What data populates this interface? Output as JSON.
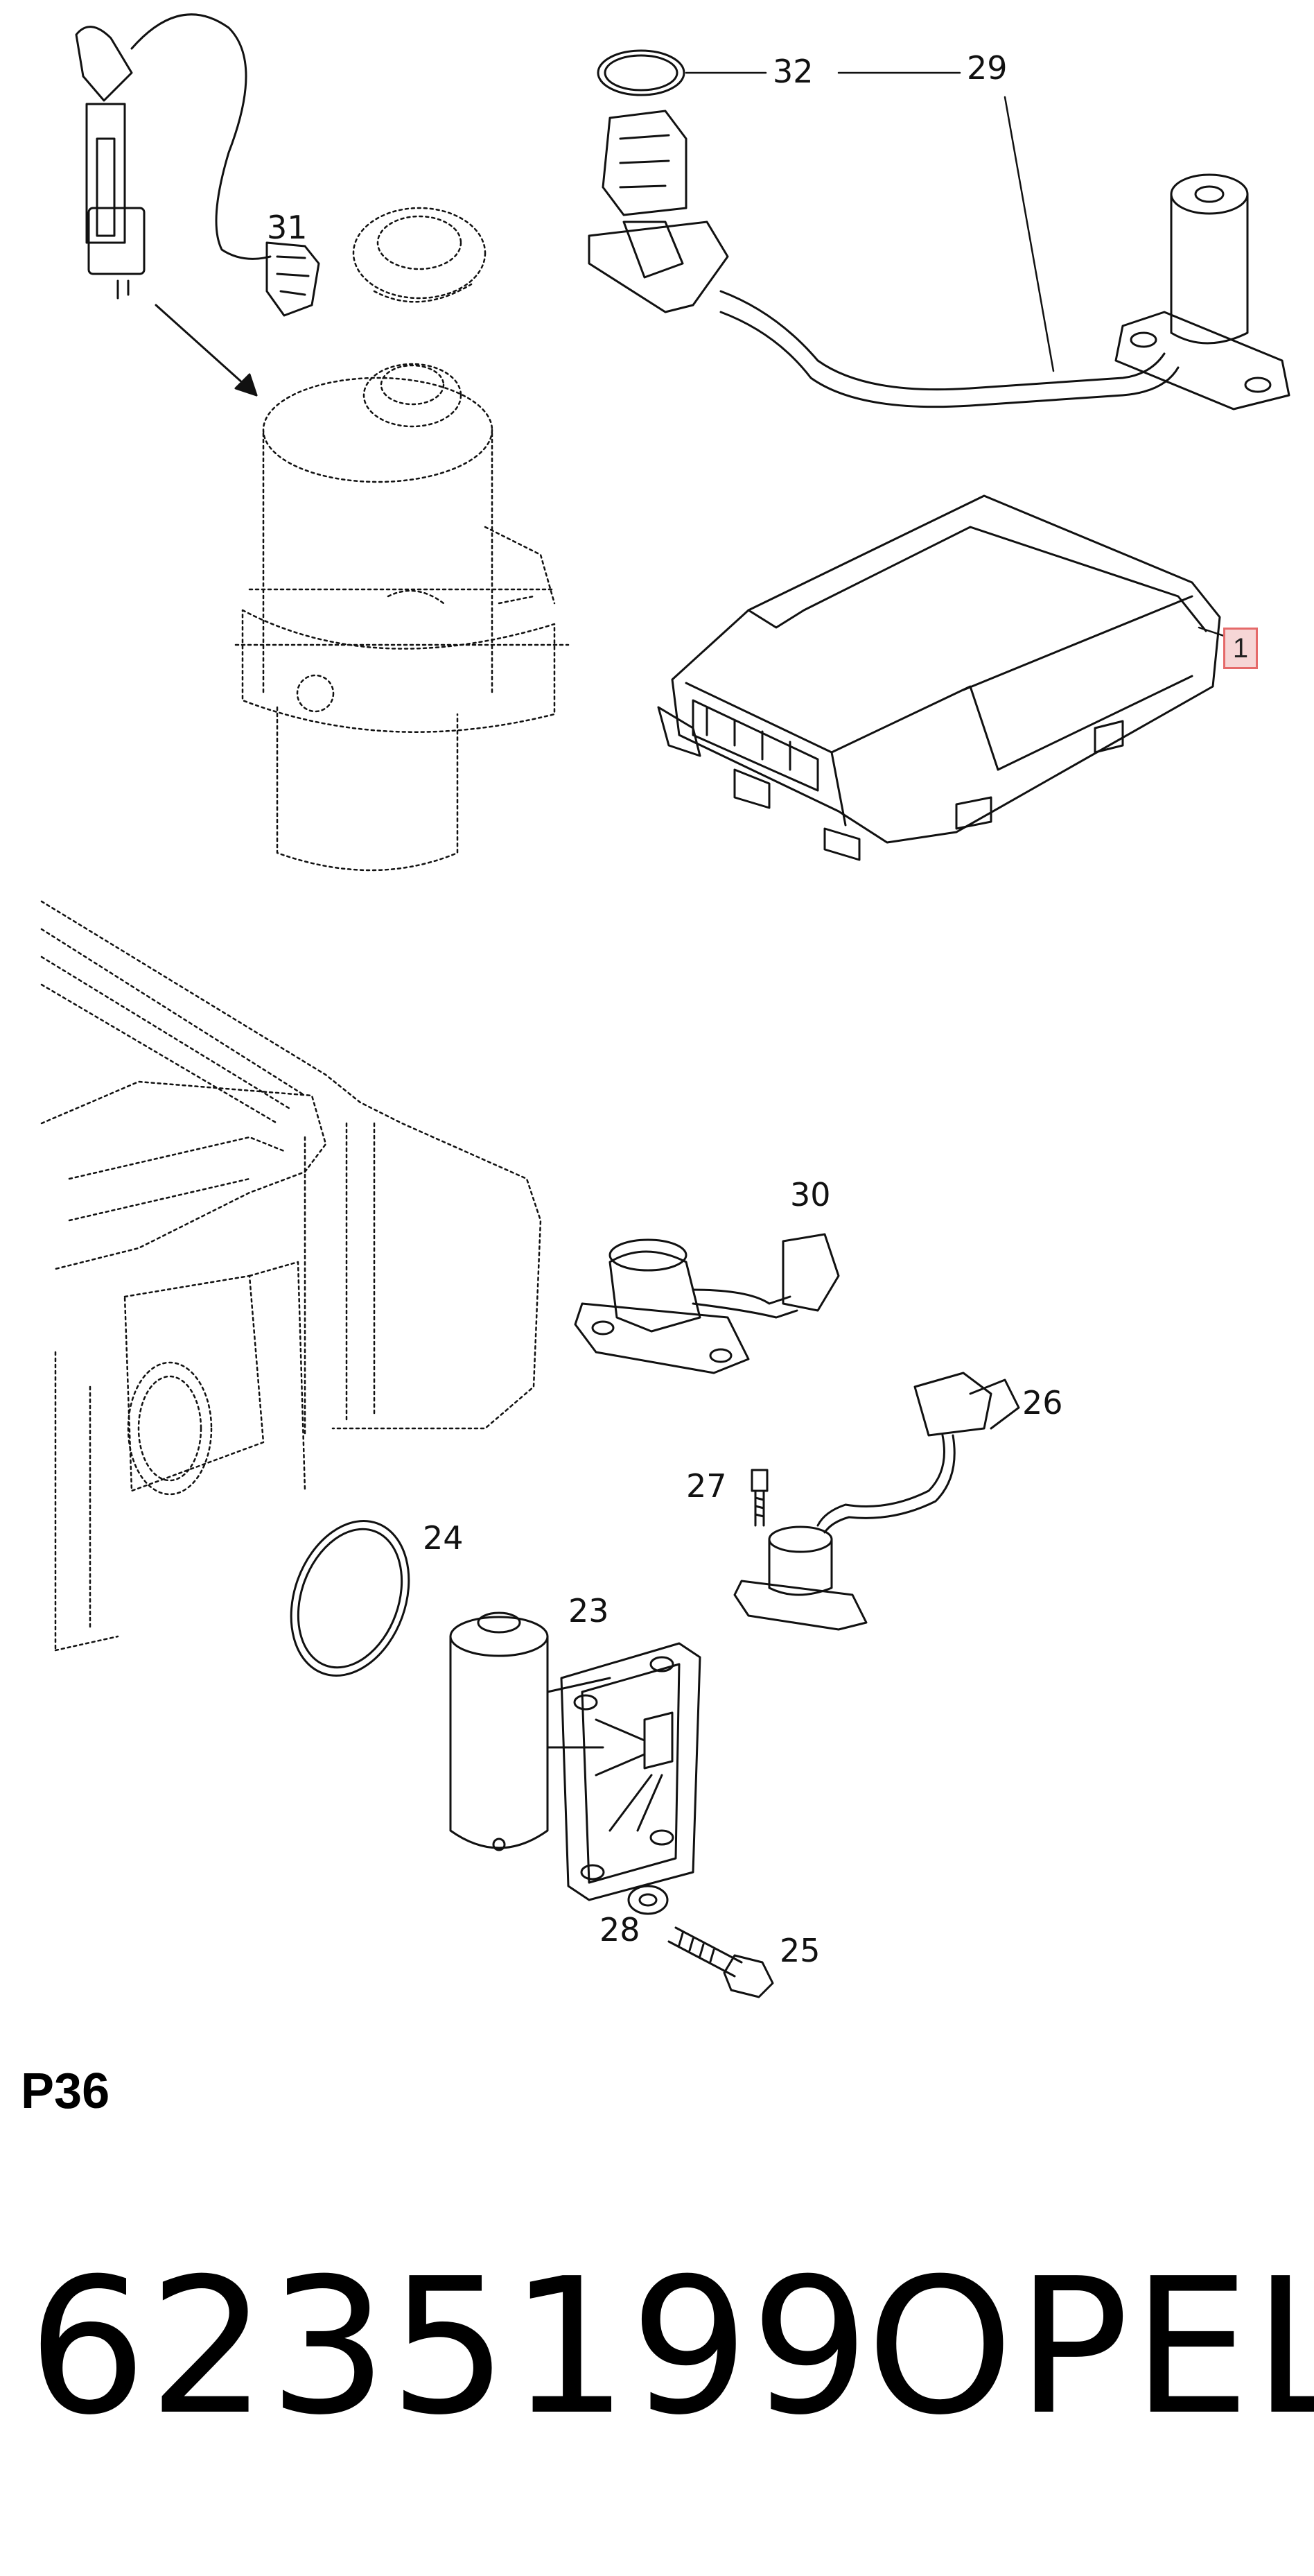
{
  "callouts": {
    "c1": "1",
    "c23": "23",
    "c24": "24",
    "c25": "25",
    "c26": "26",
    "c27": "27",
    "c28": "28",
    "c29": "29",
    "c30": "30",
    "c31": "31",
    "c32": "32"
  },
  "page_code": "P36",
  "part_number": "6235199",
  "brand": "OPEL",
  "colors": {
    "line": "#111111",
    "highlight_border": "#e56a6a",
    "highlight_fill": "#f6d6d6"
  }
}
